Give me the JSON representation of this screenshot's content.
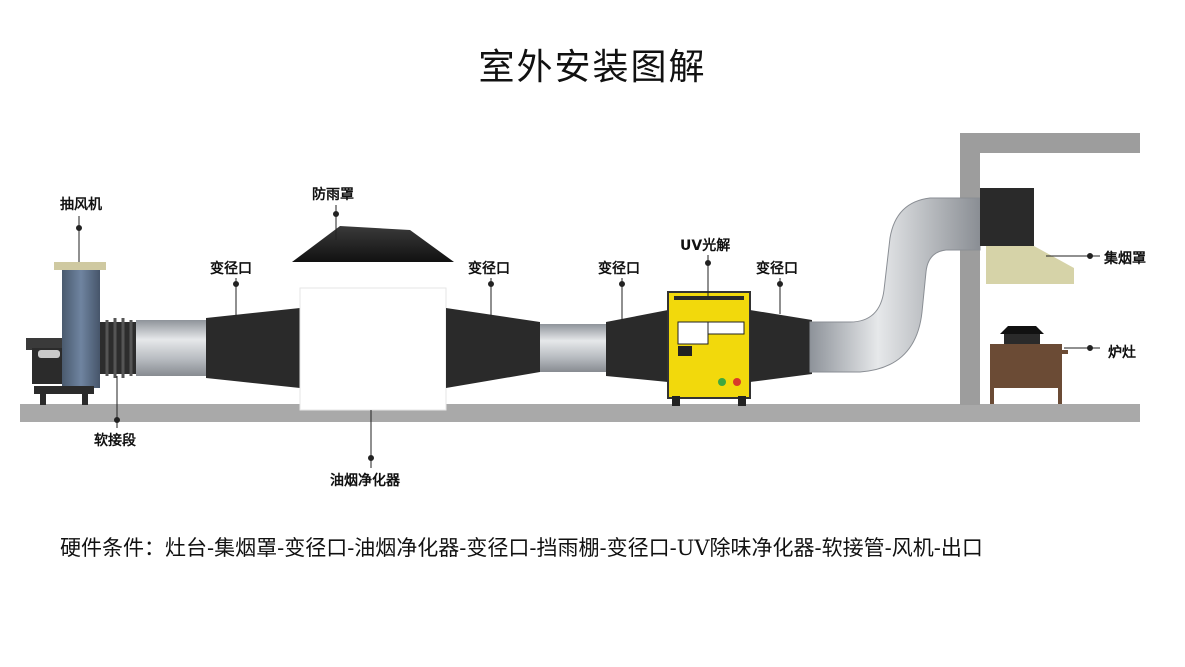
{
  "title": "室外安装图解",
  "labels": {
    "fan": "抽风机",
    "soft_joint": "软接段",
    "rain_cover": "防雨罩",
    "reducer_1": "变径口",
    "reducer_2": "变径口",
    "reducer_3": "变径口",
    "reducer_4": "变径口",
    "uv": "UV光解",
    "purifier": "油烟净化器",
    "hood": "集烟罩",
    "stove": "炉灶"
  },
  "footer": "硬件条件：灶台-集烟罩-变径口-油烟净化器-变径口-挡雨棚-变径口-UV除味净化器-软接管-风机-出口",
  "colors": {
    "ground": "#a9a9a9",
    "duct": "#c4c7cc",
    "reducer": "#2a2a2a",
    "uv_body": "#f2d90c",
    "wall": "#9d9d9d",
    "stove": "#6b4b35",
    "hood_lip": "#d6d3a8",
    "fan_body": "#5a6b80"
  }
}
